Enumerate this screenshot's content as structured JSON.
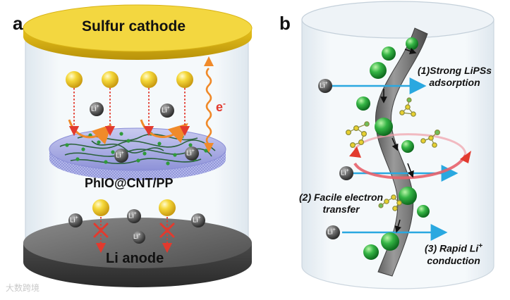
{
  "panel_a": {
    "letter": "a",
    "top_electrode": "Sulfur cathode",
    "separator": "PhIO@CNT/PP",
    "bottom_electrode": "Li anode",
    "electron": "e",
    "electron_sup": "-",
    "li_ion": "Li",
    "li_sup": "+"
  },
  "panel_b": {
    "letter": "b",
    "label_1": [
      "(1)Strong LiPSs",
      "adsorption"
    ],
    "label_2": [
      "(2) Facile electron",
      "transfer"
    ],
    "label_3": [
      "(3) Rapid Li",
      "conduction"
    ],
    "label_3_sup": "+",
    "electron_mark": "–"
  },
  "watermark": "大数跨境",
  "colors": {
    "cathode": "#f0d23a",
    "anode": "#5a5a5a",
    "sulfur": "#f2d020",
    "li_ion": "#4d4d4d",
    "arrow_red": "#e23a2e",
    "arrow_orange": "#f08a2a",
    "arrow_blue": "#2aa8e0",
    "cnt_green": "#2f9a3a"
  }
}
